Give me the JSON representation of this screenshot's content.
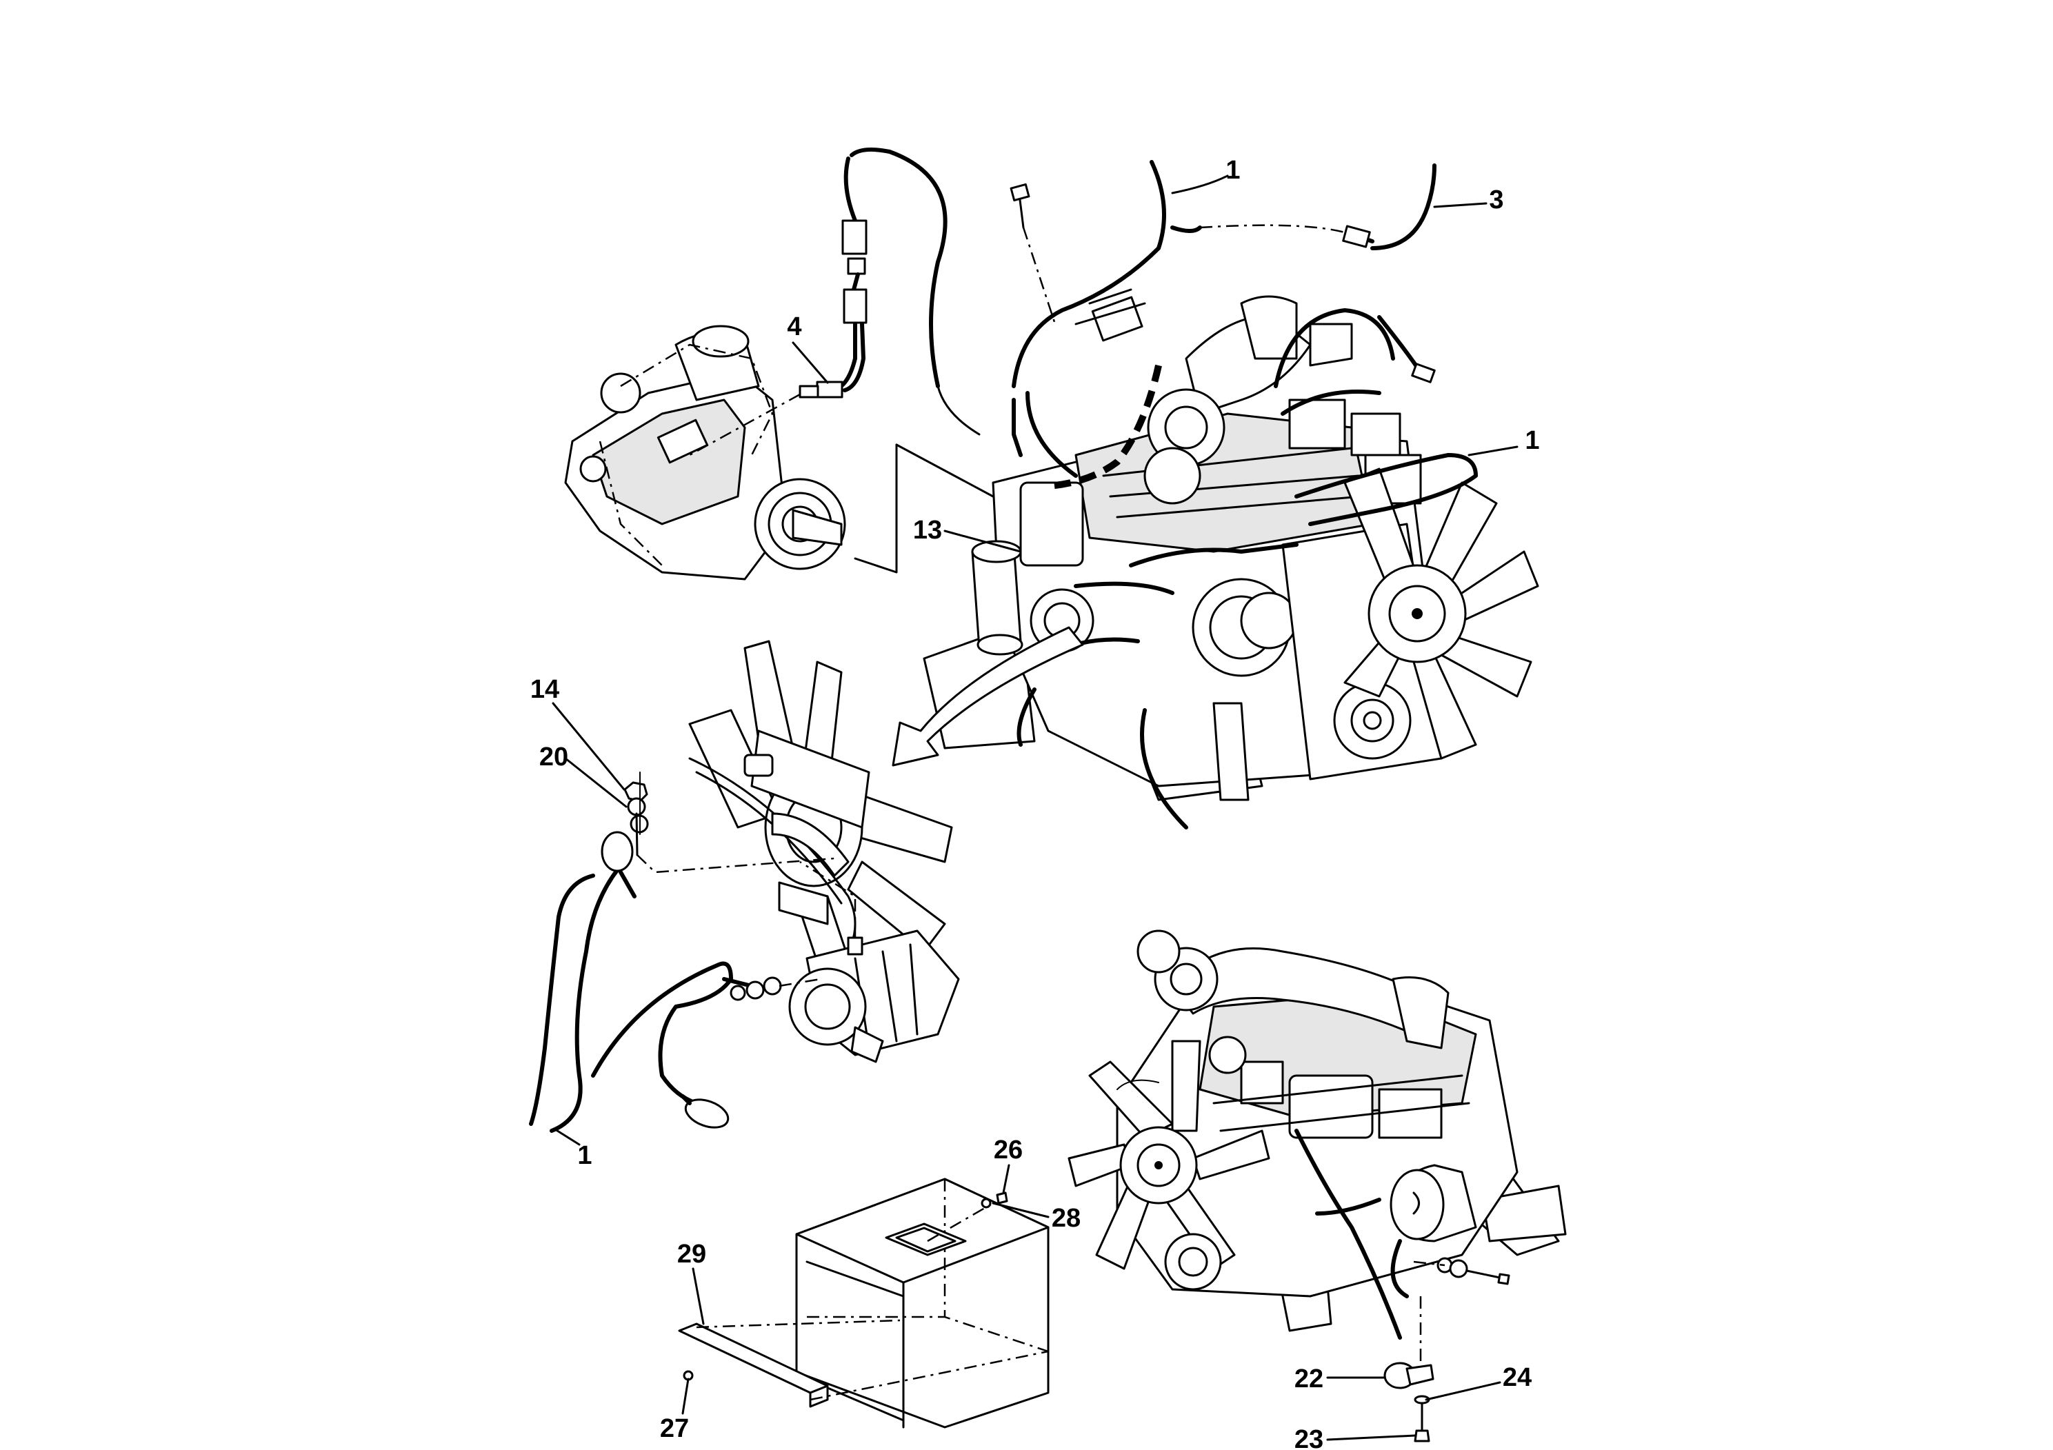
{
  "diagram": {
    "callouts": [
      {
        "id": "c1a",
        "label": "1"
      },
      {
        "id": "c3",
        "label": "3"
      },
      {
        "id": "c4",
        "label": "4"
      },
      {
        "id": "c1b",
        "label": "1"
      },
      {
        "id": "c13",
        "label": "13"
      },
      {
        "id": "c14",
        "label": "14"
      },
      {
        "id": "c20",
        "label": "20"
      },
      {
        "id": "c1c",
        "label": "1"
      },
      {
        "id": "c26",
        "label": "26"
      },
      {
        "id": "c28",
        "label": "28"
      },
      {
        "id": "c29",
        "label": "29"
      },
      {
        "id": "c27",
        "label": "27"
      },
      {
        "id": "c22",
        "label": "22"
      },
      {
        "id": "c24",
        "label": "24"
      },
      {
        "id": "c23",
        "label": "23"
      }
    ]
  }
}
